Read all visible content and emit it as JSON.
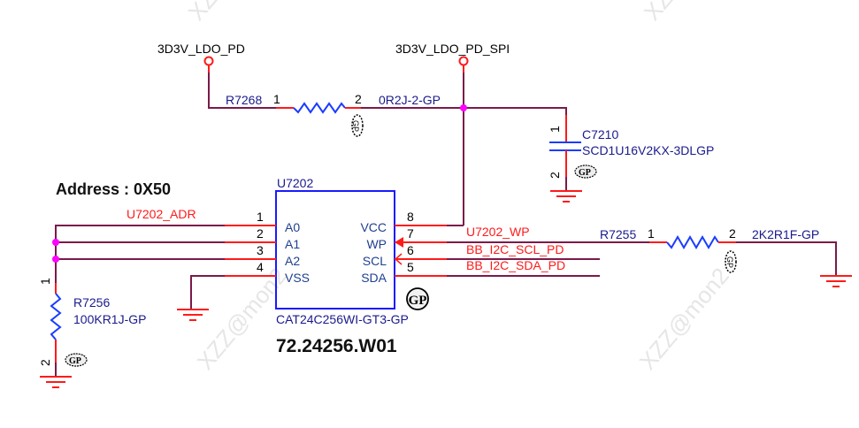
{
  "watermark": "XZZ@mon2",
  "power_rails": {
    "left": "3D3V_LDO_PD",
    "right": "3D3V_LDO_PD_SPI"
  },
  "r7268": {
    "ref": "R7268",
    "value": "0R2J-2-GP",
    "pin1": "1",
    "pin2": "2"
  },
  "c7210": {
    "ref": "C7210",
    "value": "SCD1U16V2KX-3DLGP",
    "pin1": "1",
    "pin2": "2"
  },
  "address_note": "Address : 0X50",
  "u7202": {
    "ref": "U7202",
    "part": "CAT24C256WI-GT3-GP",
    "part_number": "72.24256.W01",
    "gp_badge": "GP",
    "left_pins": [
      {
        "num": "1",
        "name": "A0"
      },
      {
        "num": "2",
        "name": "A1"
      },
      {
        "num": "3",
        "name": "A2"
      },
      {
        "num": "4",
        "name": "VSS"
      }
    ],
    "right_pins": [
      {
        "num": "8",
        "name": "VCC"
      },
      {
        "num": "7",
        "name": "WP"
      },
      {
        "num": "6",
        "name": "SCL"
      },
      {
        "num": "5",
        "name": "SDA"
      }
    ]
  },
  "nets": {
    "adr": "U7202_ADR",
    "wp": "U7202_WP",
    "scl": "BB_I2C_SCL_PD",
    "sda": "BB_I2C_SDA_PD"
  },
  "r7255": {
    "ref": "R7255",
    "value": "2K2R1F-GP",
    "pin1": "1",
    "pin2": "2"
  },
  "r7256": {
    "ref": "R7256",
    "value": "100KR1J-GP",
    "pin1": "1",
    "pin2": "2"
  },
  "gp_marks": {
    "small": "GP"
  },
  "colors": {
    "wire": "#7a1a4a",
    "pin_line": "#ff1a1a",
    "resistor": "#1a3cff",
    "chip_outline": "#1a1aff",
    "junction": "#ff00ff",
    "net_label": "#ff1a1a",
    "ref_label": "#1a1a8c"
  }
}
